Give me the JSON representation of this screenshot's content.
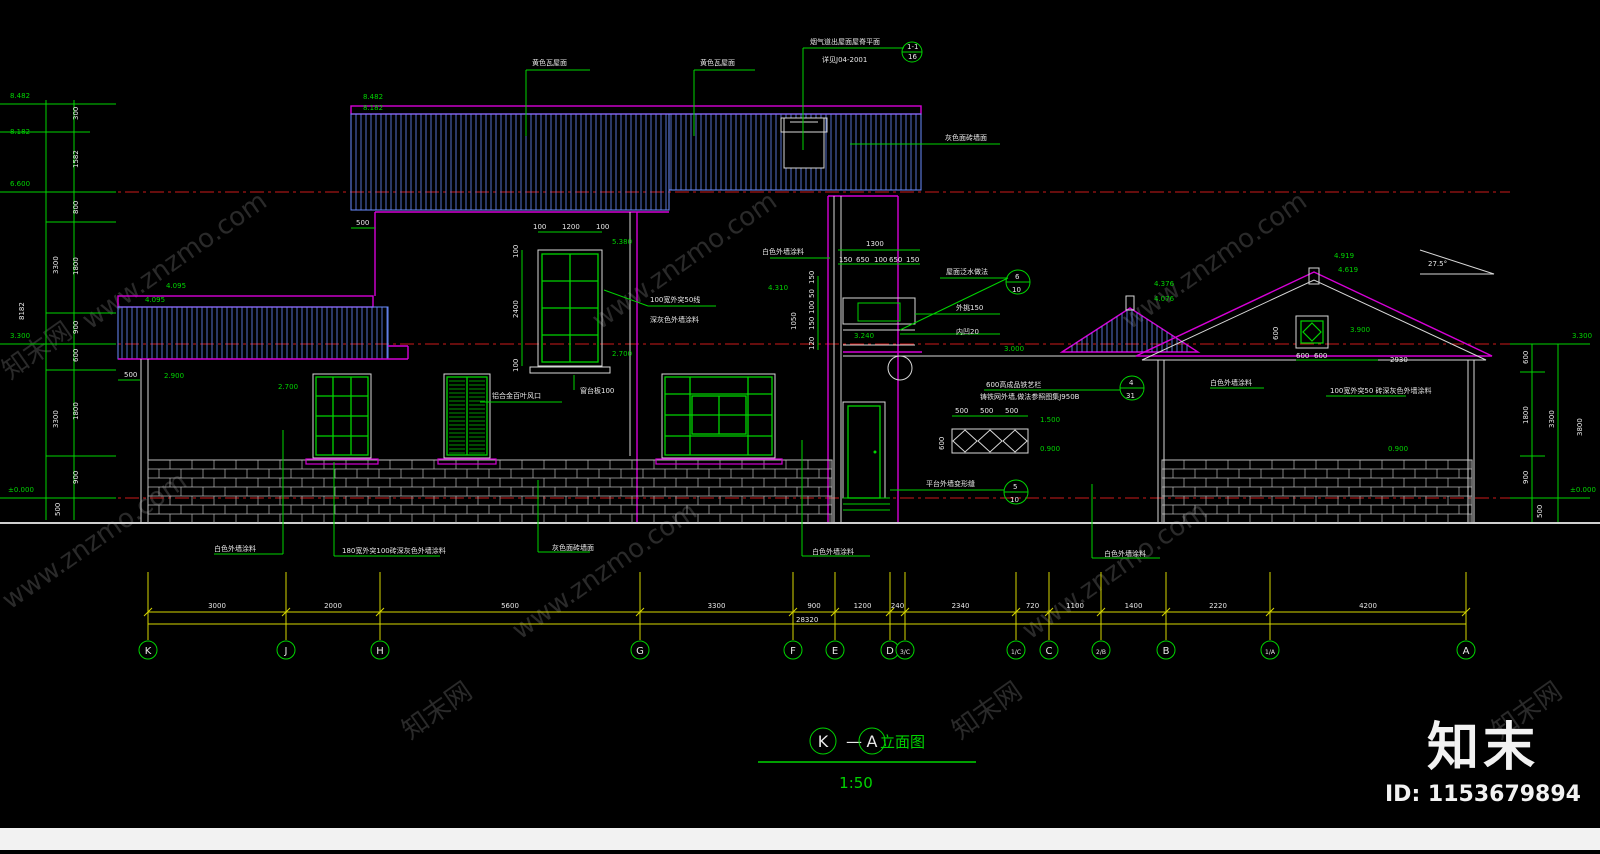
{
  "drawing": {
    "title_letter_left": "K",
    "title_dash": "—",
    "title_letter_right": "A",
    "title_suffix": "立面图",
    "scale": "1:50"
  },
  "elevations_left": [
    "8.482",
    "8.182",
    "6.600",
    "3.300",
    "±0.000"
  ],
  "dims_left": [
    "300",
    "1582",
    "800",
    "1800",
    "900",
    "600",
    "1800",
    "900",
    "500",
    "3300",
    "3300",
    "8182"
  ],
  "elevations_right": [
    "3.300",
    "±0.000"
  ],
  "dims_right": [
    "600",
    "1800",
    "900",
    "500",
    "3300",
    "3800"
  ],
  "roof_labels": {
    "elev_top_left": "8.482",
    "elev_top_left2": "8.182",
    "tile_left": "黄色瓦屋面",
    "tile_right": "黄色瓦屋面",
    "chimney": "烟气道出屋面屋脊平面",
    "chimney_ref": "详见J04-2001",
    "chimney_circle_top": "1-1",
    "chimney_circle_bottom": "16",
    "gray_wall_top": "灰色面砖墙面"
  },
  "upper_labels": {
    "dim_500": "500",
    "win_dims": [
      "100",
      "1200",
      "100"
    ],
    "win_height": "2400",
    "win_100a": "100",
    "win_100b": "100",
    "elev_5380": "5.380",
    "elev_2700b": "2.700",
    "pilaster": "100宽外突50线",
    "pilaster2": "深灰色外墙涂料",
    "sill": "窗台板100",
    "white_paint_upper": "白色外墙涂料",
    "top_dim": "1300",
    "sub_dims": [
      "150",
      "650",
      "100",
      "650",
      "150"
    ],
    "side_dims": [
      "150",
      "50",
      "100",
      "150"
    ],
    "elev_4310": "4.310",
    "elev_3240": "3.240",
    "h_1050": "1050",
    "h_120": "120",
    "canopy": "屋面泛水做法",
    "canopy_c_top": "6",
    "canopy_c_bot": "10",
    "outer_150": "外挑150",
    "inner_20": "内凹20"
  },
  "left_labels": {
    "elev_4095": "4.095",
    "elev_4095b": "4.095",
    "elev_2900": "2.900",
    "elev_2700": "2.700",
    "dim_500": "500",
    "louver": "铝合金百叶风口",
    "white_paint": "白色外墙涂料",
    "strip": "180宽外突100砖深灰色外墙涂料",
    "gray_brick": "灰色面砖墙面",
    "white_paint_mid": "白色外墙涂料"
  },
  "middle_labels": {
    "elev_3000": "3.000",
    "grille": "600高成品铁艺栏",
    "grille2": "铸铁网外墙,做法参照图集J950B",
    "grille_c_top": "4",
    "grille_c_bot": "31",
    "g_dims": [
      "500",
      "500",
      "500"
    ],
    "g_h": "600",
    "elev_1500": "1.500",
    "elev_0900": "0.900",
    "step": "平台外墙变形缝",
    "step_c_top": "5",
    "step_c_bot": "10",
    "white_paint_right": "白色外墙涂料"
  },
  "right_labels": {
    "elev_4919": "4.919",
    "elev_4619": "4.619",
    "elev_4376": "4.376",
    "elev_4076": "4.076",
    "slope": "27.5°",
    "vent_dims": [
      "600",
      "600"
    ],
    "vent_h": "600",
    "vent_elev": "3.900",
    "dim_2930": "2930",
    "white_paint": "白色外墙涂料",
    "band": "100宽外突50 砖深灰色外墙涂料",
    "elev_0900": "0.900"
  },
  "axis_dims": [
    "3000",
    "2000",
    "5600",
    "3300",
    "900",
    "1200",
    "240",
    "2340",
    "720",
    "1100",
    "1400",
    "2220",
    "4200"
  ],
  "axis_total": "28320",
  "axes": [
    "K",
    "J",
    "H",
    "G",
    "F",
    "E",
    "D",
    "3/C",
    "1/C",
    "C",
    "2/B",
    "B",
    "1/A",
    "A"
  ],
  "watermark": {
    "site_text": "www.znzmo.com",
    "logo": "知末",
    "logo_faint": "知末网",
    "id": "ID: 1153679894"
  },
  "colors": {
    "dimension_green": "#00d400",
    "outline_magenta": "#d600d6",
    "grid_yellow": "#d6d600",
    "center_red": "#cc1a1a",
    "roof_blue": "#6a8cff"
  }
}
